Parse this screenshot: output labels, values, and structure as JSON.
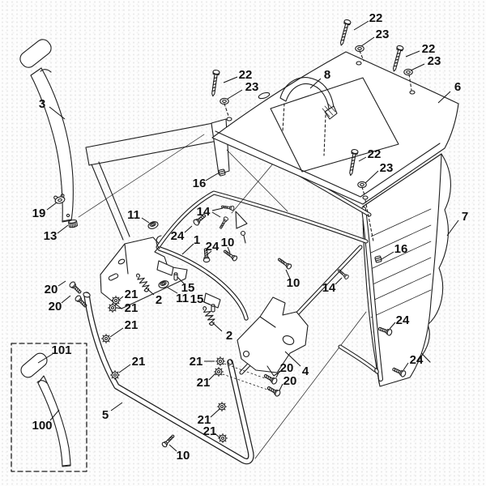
{
  "diagram": {
    "type": "exploded-parts-diagram",
    "colors": {
      "background": "#fdfdfd",
      "line": "#1e1e1e",
      "label": "#101010"
    },
    "callouts": [
      "22",
      "23",
      "22",
      "23",
      "22",
      "23",
      "8",
      "6",
      "3",
      "22",
      "23",
      "16",
      "7",
      "19",
      "13",
      "11",
      "14",
      "24",
      "1",
      "24",
      "10",
      "10",
      "16",
      "14",
      "15",
      "21",
      "2",
      "11",
      "15",
      "21",
      "21",
      "2",
      "20",
      "20",
      "101",
      "100",
      "5",
      "21",
      "21",
      "21",
      "21",
      "21",
      "10",
      "20",
      "20",
      "4",
      "24",
      "24"
    ]
  }
}
